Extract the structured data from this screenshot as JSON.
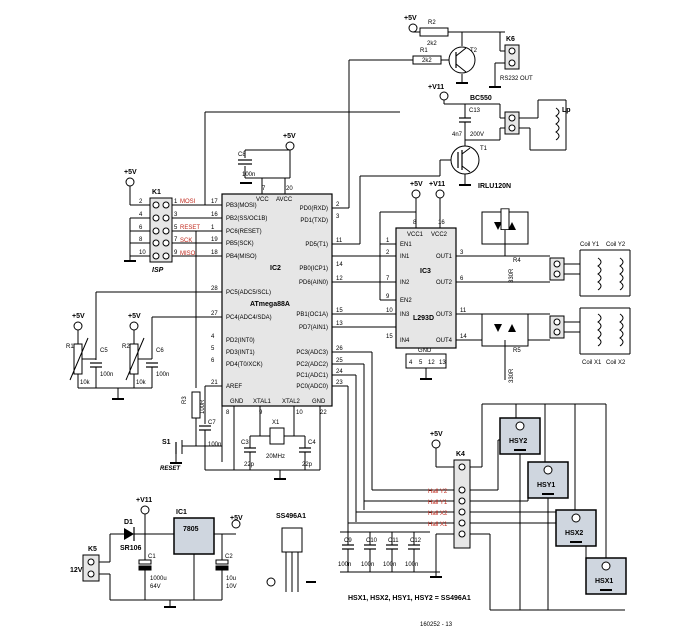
{
  "power": {
    "vcc5": "+5V",
    "v11": "+V11",
    "vin": "12V"
  },
  "ic2": {
    "ref": "IC2",
    "part": "ATmega88A",
    "left_pins": [
      {
        "num": "17",
        "name": "PB3(MOSI)"
      },
      {
        "num": "16",
        "name": "PB2(SS/OC1B)"
      },
      {
        "num": "1",
        "name": "PC6(RESET)"
      },
      {
        "num": "19",
        "name": "PB5(SCK)"
      },
      {
        "num": "18",
        "name": "PB4(MISO)"
      },
      {
        "num": "28",
        "name": "PC5(ADC5/SCL)"
      },
      {
        "num": "27",
        "name": "PC4(ADC4/SDA)"
      },
      {
        "num": "4",
        "name": "PD2(INT0)"
      },
      {
        "num": "5",
        "name": "PD3(INT1)"
      },
      {
        "num": "6",
        "name": "PD4(T0/XCK)"
      },
      {
        "num": "21",
        "name": "AREF"
      }
    ],
    "right_pins": [
      {
        "num": "2",
        "name": "PD0(RXD)"
      },
      {
        "num": "3",
        "name": "PD1(TXD)"
      },
      {
        "num": "11",
        "name": "PD5(T1)"
      },
      {
        "num": "14",
        "name": "PB0(ICP1)"
      },
      {
        "num": "12",
        "name": "PD6(AIN0)"
      },
      {
        "num": "15",
        "name": "PB1(OC1A)"
      },
      {
        "num": "13",
        "name": "PD7(AIN1)"
      },
      {
        "num": "26",
        "name": "PC3(ADC3)"
      },
      {
        "num": "25",
        "name": "PC2(ADC2)"
      },
      {
        "num": "24",
        "name": "PC1(ADC1)"
      },
      {
        "num": "23",
        "name": "PC0(ADC0)"
      }
    ],
    "top_pins": [
      {
        "num": "7",
        "name": "VCC"
      },
      {
        "num": "20",
        "name": "AVCC"
      }
    ],
    "bottom_pins": [
      {
        "num": "8",
        "name": "GND"
      },
      {
        "num": "9",
        "name": "XTAL1"
      },
      {
        "num": "10",
        "name": "XTAL2"
      },
      {
        "num": "22",
        "name": "GND"
      }
    ]
  },
  "ic3": {
    "ref": "IC3",
    "part": "L293D",
    "left_pins": [
      {
        "num": "1",
        "name": "EN1"
      },
      {
        "num": "2",
        "name": "IN1"
      },
      {
        "num": "7",
        "name": "IN2"
      },
      {
        "num": "9",
        "name": "EN2"
      },
      {
        "num": "10",
        "name": "IN3"
      },
      {
        "num": "15",
        "name": "IN4"
      }
    ],
    "right_pins": [
      {
        "num": "3",
        "name": "OUT1"
      },
      {
        "num": "6",
        "name": "OUT2"
      },
      {
        "num": "11",
        "name": "OUT3"
      },
      {
        "num": "14",
        "name": "OUT4"
      }
    ],
    "top_pins": [
      {
        "num": "8",
        "name": "VCC1"
      },
      {
        "num": "16",
        "name": "VCC2"
      }
    ],
    "gnd_label": "GND",
    "gnd_pins": [
      "4",
      "5",
      "12",
      "13"
    ]
  },
  "isp": {
    "ref": "K1",
    "title": "ISP",
    "signals": [
      "MOSI",
      "RESET",
      "SCK",
      "MISO"
    ],
    "left_nums": [
      "2",
      "4",
      "6",
      "8",
      "10"
    ],
    "right_nums": [
      "1",
      "3",
      "5",
      "7",
      "9"
    ]
  },
  "components": {
    "r1": "R1",
    "r1v": "10k",
    "r2": "R2",
    "r2v": "10k",
    "c5": "C5",
    "c5v": "100n",
    "c6": "C6",
    "c6v": "100n",
    "r3": "R3",
    "r3v": "100R",
    "s1": "S1",
    "reset": "RESET",
    "c7": "C7",
    "c7v": "100n",
    "c8": "C8",
    "c8v": "100n",
    "x1": "X1",
    "x1v": "20MHz",
    "c3": "C3",
    "c3v": "22p",
    "c4": "C4",
    "c4v": "22p",
    "tr2": "R2",
    "tr2v": "2k2",
    "tr1": "R1",
    "tr1v": "2k2",
    "t2": "T2",
    "t2v": "BC550",
    "k6": "K6",
    "k6v": "RS232 OUT",
    "c13": "C13",
    "c13v1": "4n7",
    "c13v2": "200V",
    "t1": "T1",
    "t1v": "IRLU120N",
    "lp": "Lp",
    "r4": "R4",
    "r4v": "330R",
    "r5": "R5",
    "r5v": "330R",
    "coil_y1": "Coil Y1",
    "coil_y2": "Coil Y2",
    "coil_x1": "Coil X1",
    "coil_x2": "Coil X2",
    "d1": "D1",
    "d1v": "SR106",
    "ic1": "IC1",
    "ic1v": "7805",
    "c1": "C1",
    "c1v1": "1000u",
    "c1v2": "64V",
    "c2": "C2",
    "c2v1": "10u",
    "c2v2": "10V",
    "k5": "K5",
    "sensor": "SS496A1",
    "c9": "C9",
    "c10": "C10",
    "c11": "C11",
    "c12": "C12",
    "cv": "100n",
    "k4": "K4"
  },
  "hall": {
    "labels": [
      "Hall Y2",
      "Hall Y1",
      "Hall X2",
      "Hall X1"
    ],
    "sensors": [
      "HSY2",
      "HSY1",
      "HSX2",
      "HSX1"
    ],
    "note": "HSX1, HSX2, HSY1, HSY2 = SS496A1"
  },
  "footer": "160252 - 13",
  "colors": {
    "accent": "#c0281c",
    "box": "#cfd6df",
    "chip": "#e6e6e6"
  }
}
